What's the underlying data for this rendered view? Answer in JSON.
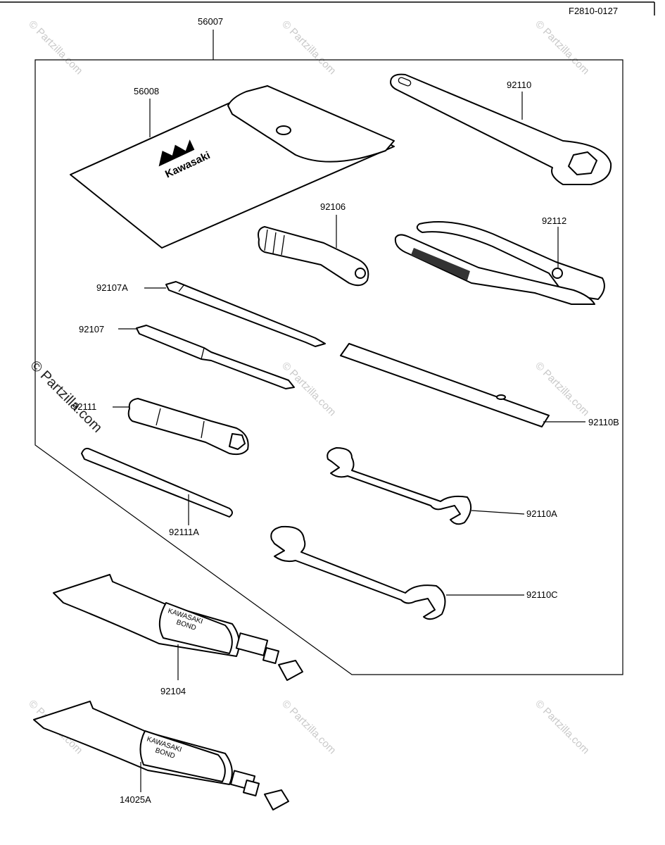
{
  "document_code": "F2810-0127",
  "watermark": "© Partzilla.com",
  "brand_text": "Kawasaki",
  "tube_text": {
    "line1": "KAWASAKI",
    "line2": "BOND"
  },
  "parts": [
    {
      "id": "p56007",
      "number": "56007"
    },
    {
      "id": "p56008",
      "number": "56008"
    },
    {
      "id": "p92110",
      "number": "92110"
    },
    {
      "id": "p92106",
      "number": "92106"
    },
    {
      "id": "p92112",
      "number": "92112"
    },
    {
      "id": "p92107A",
      "number": "92107A"
    },
    {
      "id": "p92107",
      "number": "92107"
    },
    {
      "id": "p92110B",
      "number": "92110B"
    },
    {
      "id": "p92111",
      "number": "92111"
    },
    {
      "id": "p92110A",
      "number": "92110A"
    },
    {
      "id": "p92111A",
      "number": "92111A"
    },
    {
      "id": "p92110C",
      "number": "92110C"
    },
    {
      "id": "p92104",
      "number": "92104"
    },
    {
      "id": "p14025A",
      "number": "14025A"
    }
  ]
}
